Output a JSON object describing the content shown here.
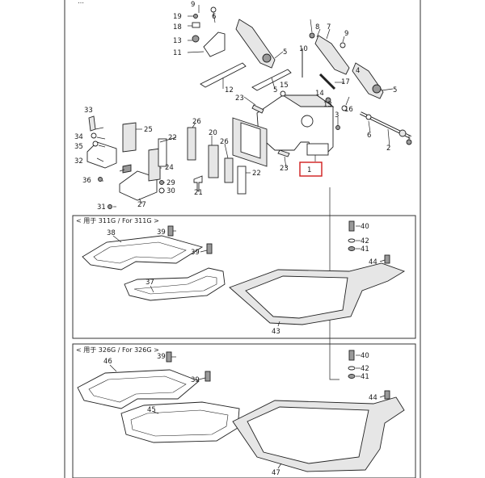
{
  "colors": {
    "ink": "#1a1a1a",
    "highlight_box": "#d01c1c",
    "frame": "#555555",
    "background": "#ffffff"
  },
  "top_section": {
    "partial_heading": "…",
    "callouts": [
      "9",
      "19",
      "6",
      "18",
      "13",
      "11",
      "5",
      "12",
      "10",
      "8",
      "7",
      "9",
      "5",
      "17",
      "4",
      "5",
      "15",
      "16",
      "3",
      "14",
      "13",
      "23",
      "33",
      "25",
      "34",
      "35",
      "32",
      "36",
      "22",
      "26",
      "20",
      "26",
      "24",
      "22",
      "21",
      "29",
      "30",
      "31",
      "27",
      "6",
      "2",
      "23",
      "1"
    ],
    "highlighted_callout": "1"
  },
  "section_311g": {
    "header": "< 用于 311G / For 311G >",
    "callouts": [
      "38",
      "39",
      "39",
      "37",
      "40",
      "42",
      "41",
      "44",
      "43"
    ]
  },
  "section_326g": {
    "header": "< 用于 326G / For 326G >",
    "callouts": [
      "46",
      "39",
      "39",
      "45",
      "40",
      "42",
      "41",
      "44",
      "47"
    ]
  }
}
